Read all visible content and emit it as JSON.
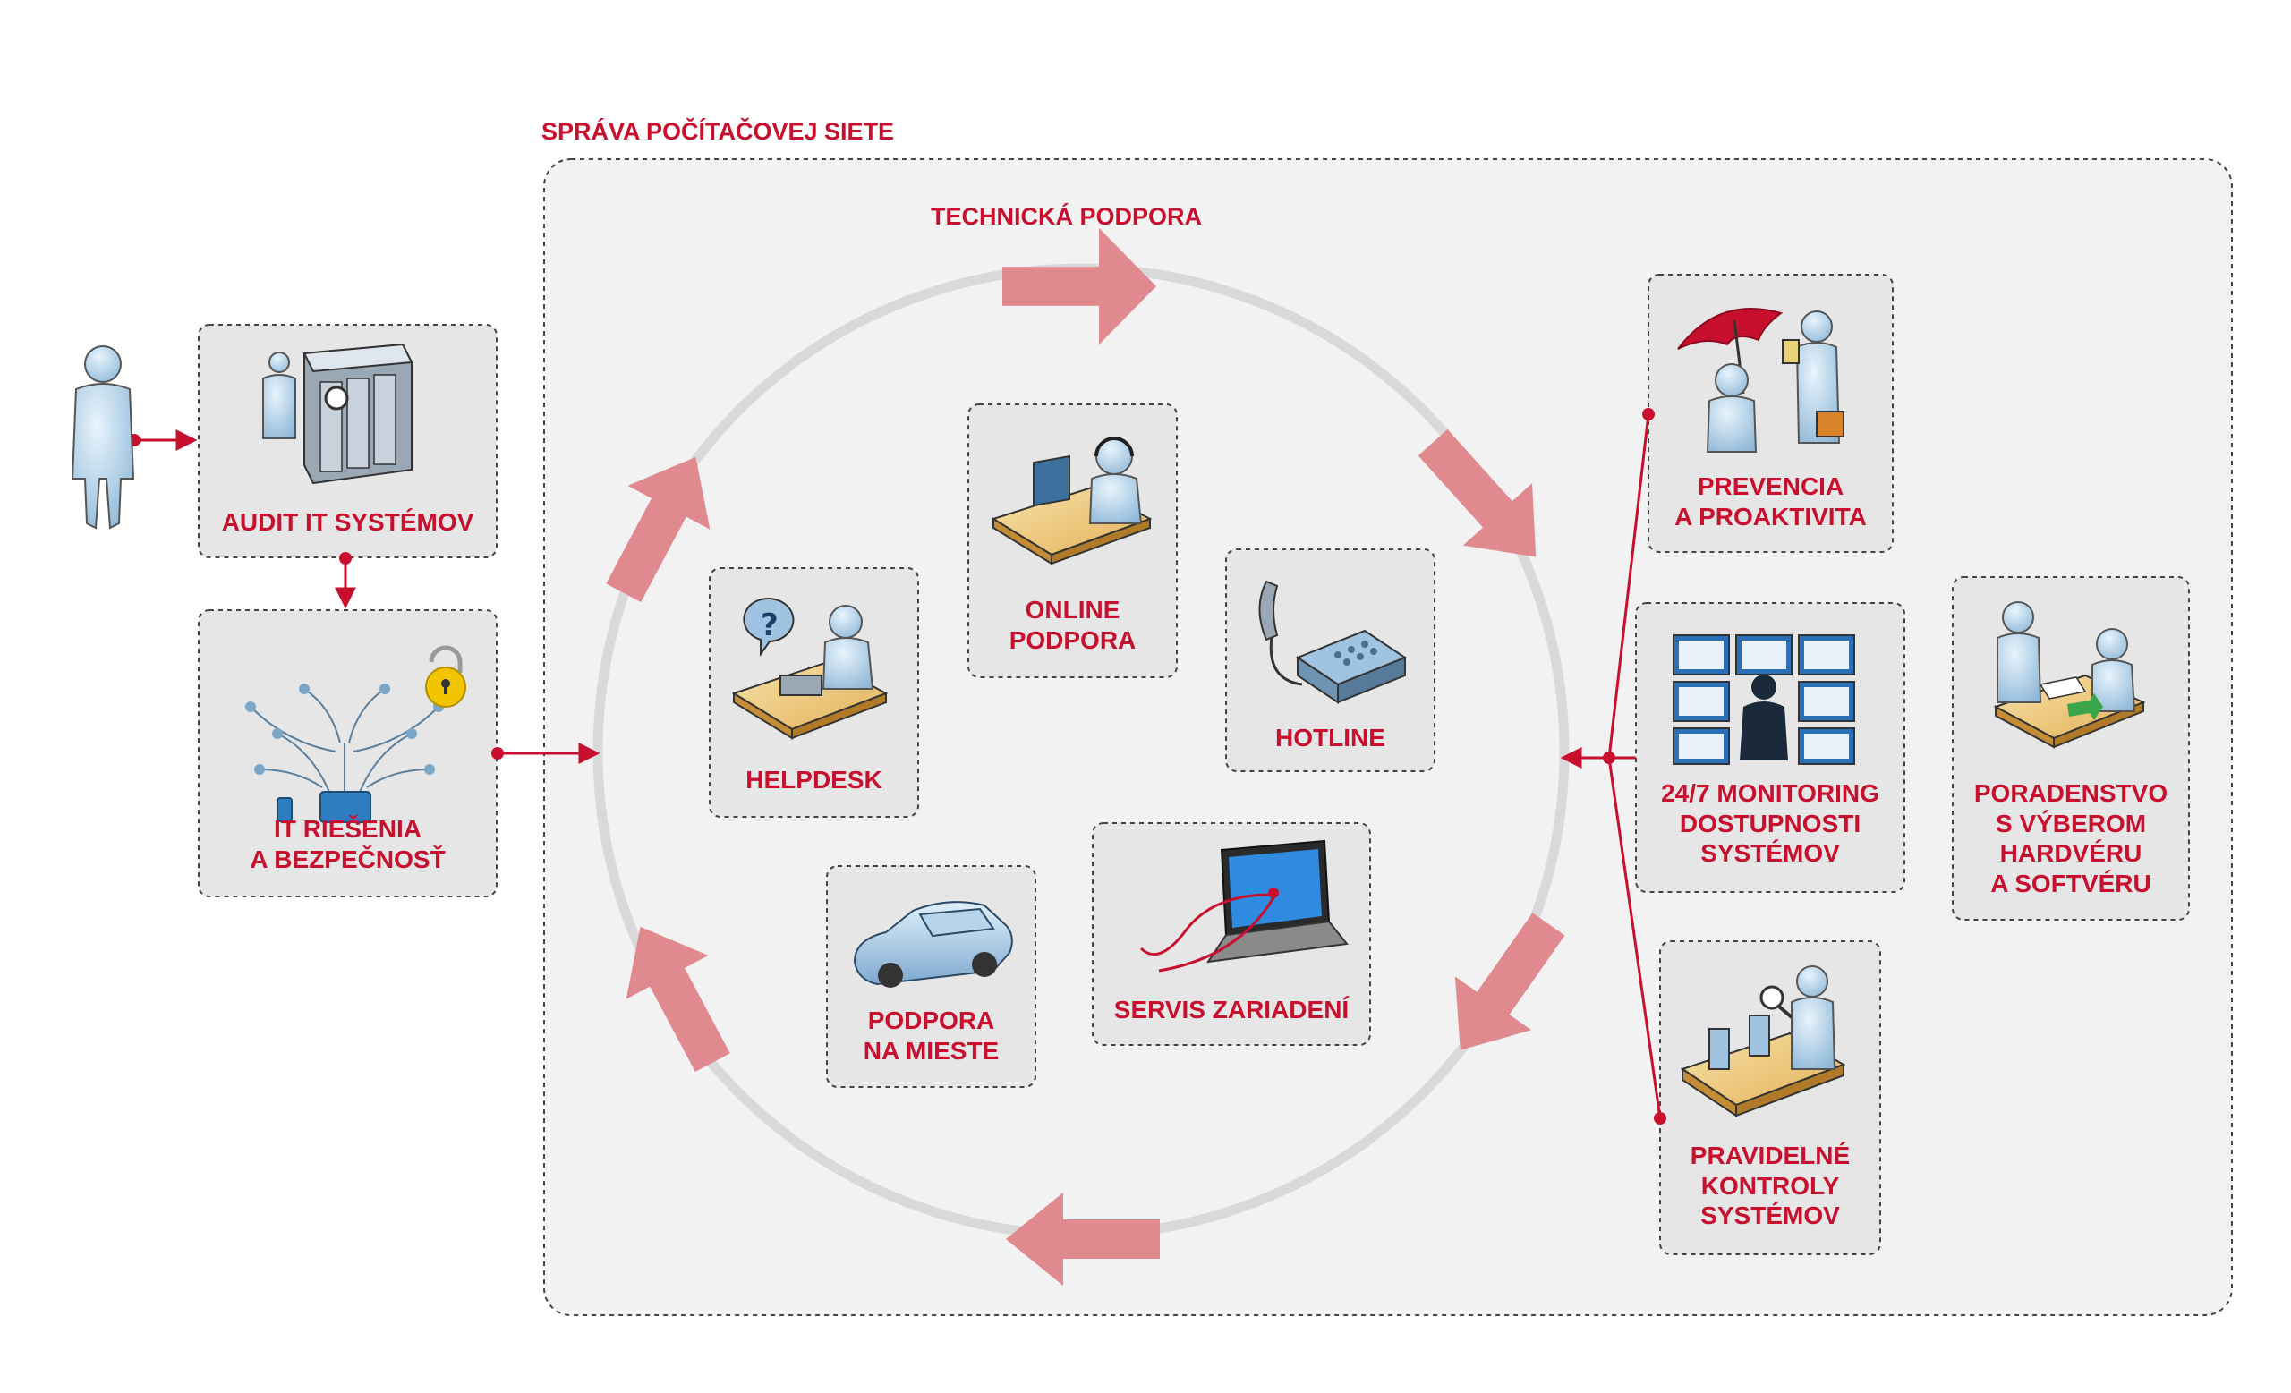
{
  "network_section": {
    "title": "SPRÁVA POČÍTAČOVEJ SIETE"
  },
  "support_cycle": {
    "title": "TECHNICKÁ PODPORA"
  },
  "left_column": {
    "audit": {
      "line1": "AUDIT IT SYSTÉMOV"
    },
    "it_solutions": {
      "line1": "IT RIEŠENIA",
      "line2": "A BEZPEČNOSŤ"
    }
  },
  "cycle_items": {
    "online": {
      "line1": "ONLINE",
      "line2": "PODPORA"
    },
    "helpdesk": {
      "line1": "HELPDESK"
    },
    "hotline": {
      "line1": "HOTLINE"
    },
    "onsite": {
      "line1": "PODPORA",
      "line2": "NA MIESTE"
    },
    "service": {
      "line1": "SERVIS ZARIADENÍ"
    }
  },
  "right_column": {
    "prevention": {
      "line1": "PREVENCIA",
      "line2": "A PROAKTIVITA"
    },
    "monitoring": {
      "line1": "24/7 MONITORING",
      "line2": "DOSTUPNOSTI",
      "line3": "SYSTÉMOV"
    },
    "checks": {
      "line1": "PRAVIDELNÉ",
      "line2": "KONTROLY",
      "line3": "SYSTÉMOV"
    },
    "consulting": {
      "line1": "PORADENSTVO",
      "line2": "S VÝBEROM",
      "line3": "HARDVÉRU",
      "line4": "A SOFTVÉRU"
    }
  },
  "icons": {
    "person": "person-icon",
    "audit": "server-audit-icon",
    "it": "network-security-icon",
    "online": "headset-operator-icon",
    "helpdesk": "helpdesk-icon",
    "hotline": "telephone-icon",
    "onsite": "car-icon",
    "service": "laptop-repair-icon",
    "prevention": "umbrella-protection-icon",
    "monitoring": "monitoring-screens-icon",
    "checks": "inspection-conveyor-icon",
    "consulting": "consulting-desk-icon"
  },
  "colors": {
    "accent": "#c8102e",
    "cycle_arrow": "#e0898f",
    "ring": "#d6d6d6",
    "box": "#e6e6e6"
  }
}
